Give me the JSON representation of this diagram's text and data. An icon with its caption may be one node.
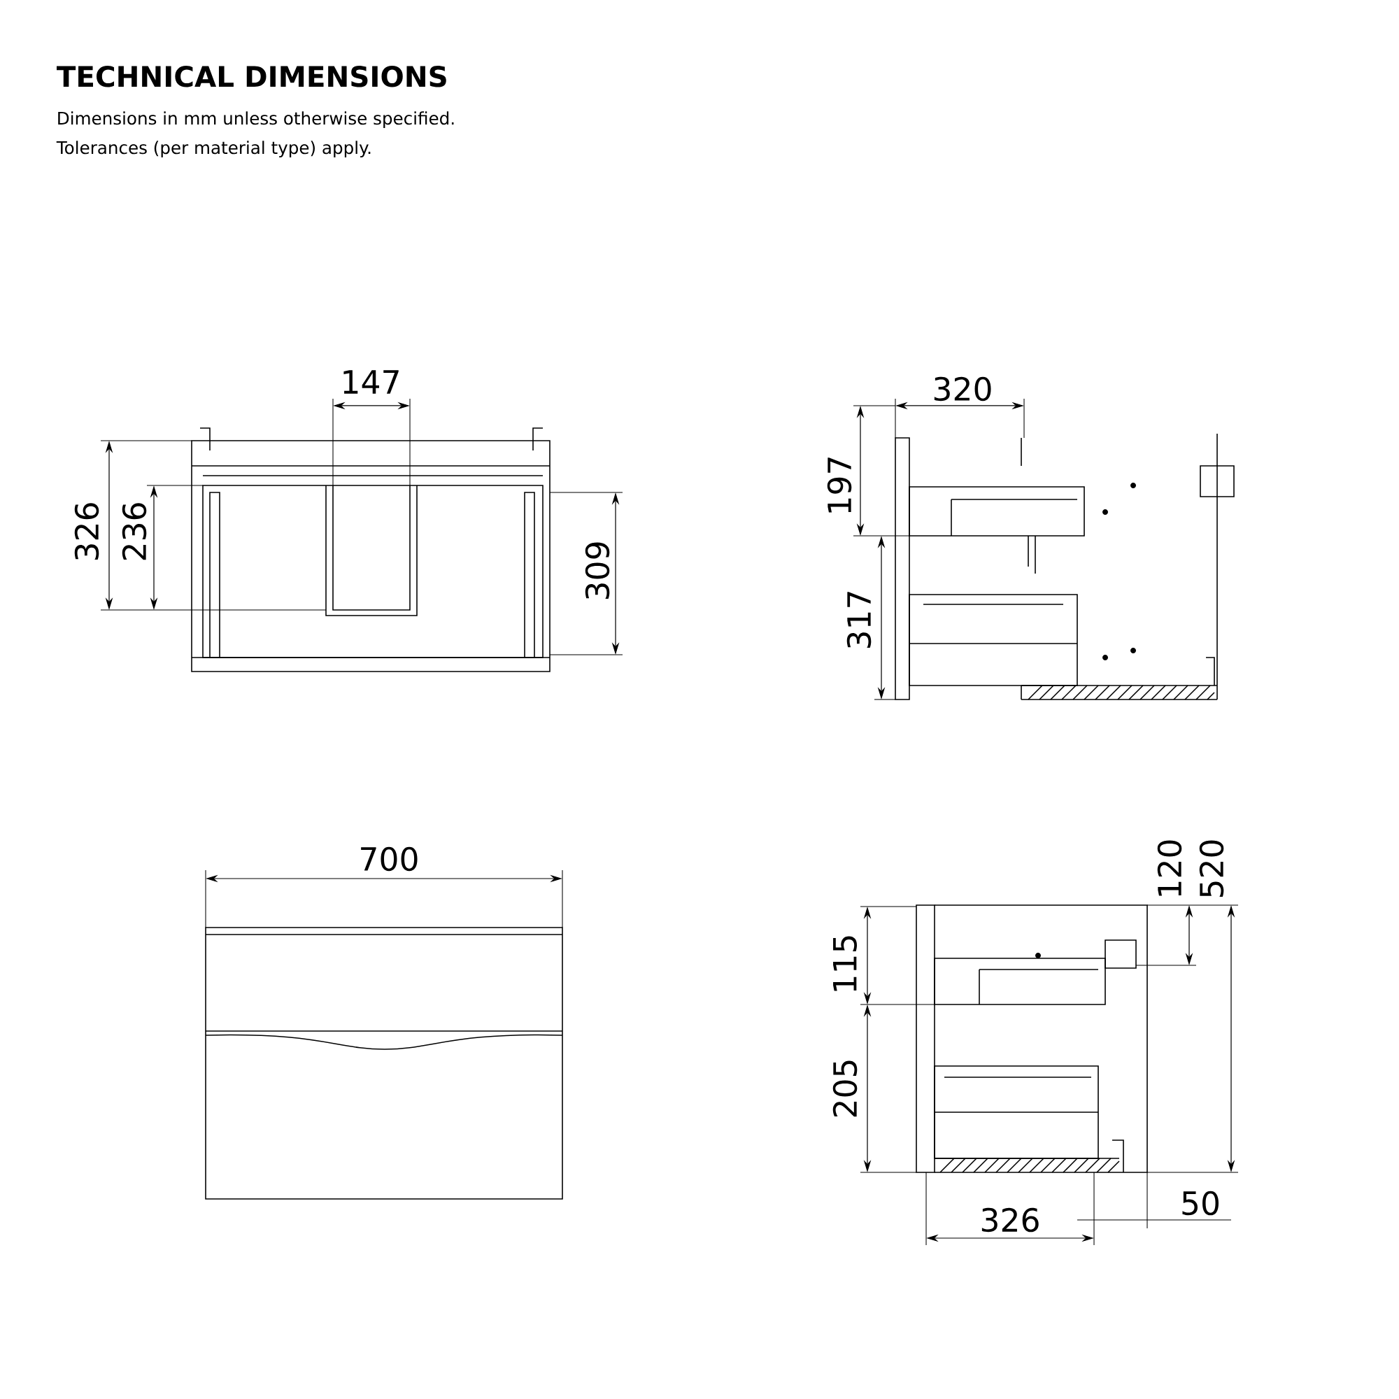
{
  "diagram": {
    "title": "TECHNICAL DIMENSIONS",
    "labels": [
      "Dimensions in mm unless otherwise specified.",
      "Tolerances (per material type) apply.",
      "147",
      "326",
      "236",
      "309",
      "320",
      "197",
      "317",
      "700",
      "120",
      "520",
      "115",
      "205",
      "326",
      "50"
    ]
  }
}
